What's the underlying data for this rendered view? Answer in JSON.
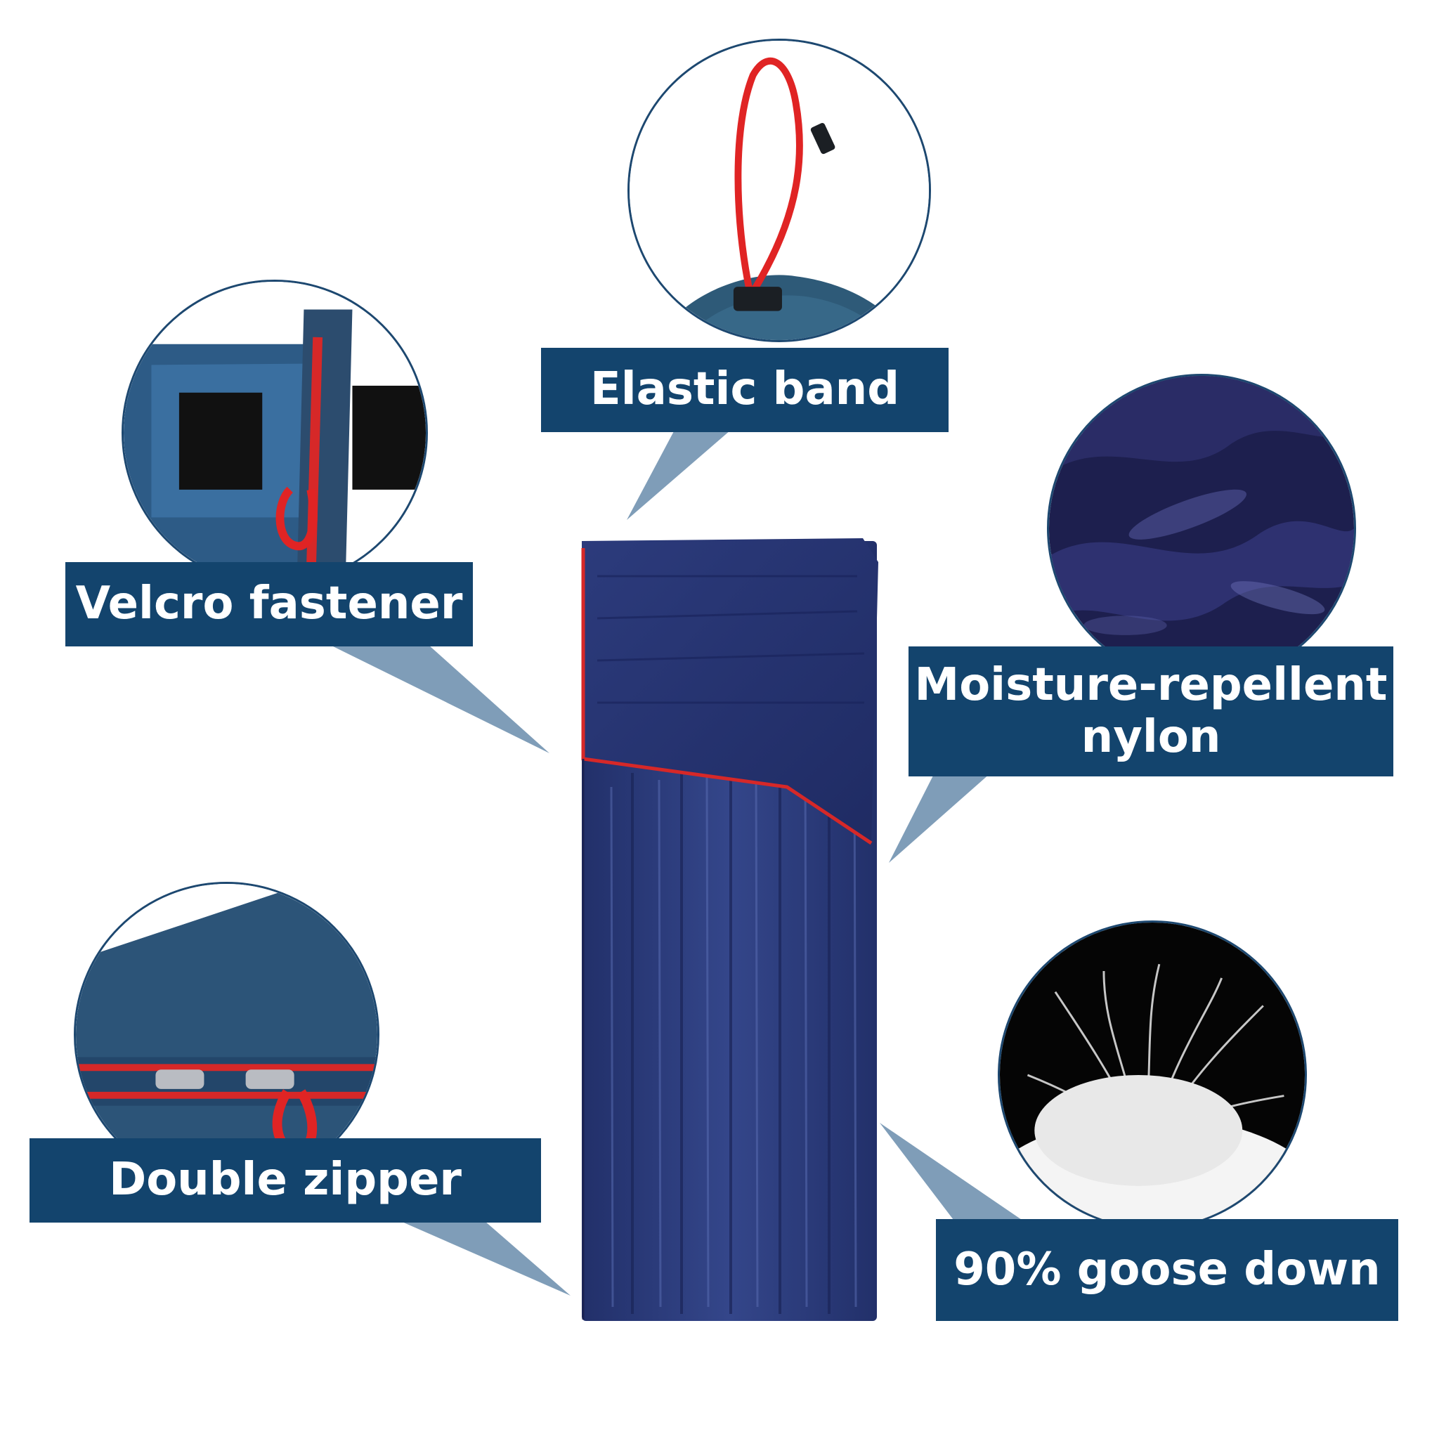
{
  "features": [
    {
      "id": "elastic",
      "lines": [
        "Elastic band"
      ]
    },
    {
      "id": "velcro",
      "lines": [
        "Velcro fastener"
      ]
    },
    {
      "id": "nylon",
      "lines": [
        "Moisture-repellent",
        "nylon"
      ]
    },
    {
      "id": "zipper",
      "lines": [
        "Double zipper"
      ]
    },
    {
      "id": "down",
      "lines": [
        "90% goose down"
      ]
    }
  ],
  "colors": {
    "label_bg": "#13446d",
    "callout": "#7f9db8",
    "bag_navy": "#2a3a78",
    "zip_red": "#d62828"
  }
}
